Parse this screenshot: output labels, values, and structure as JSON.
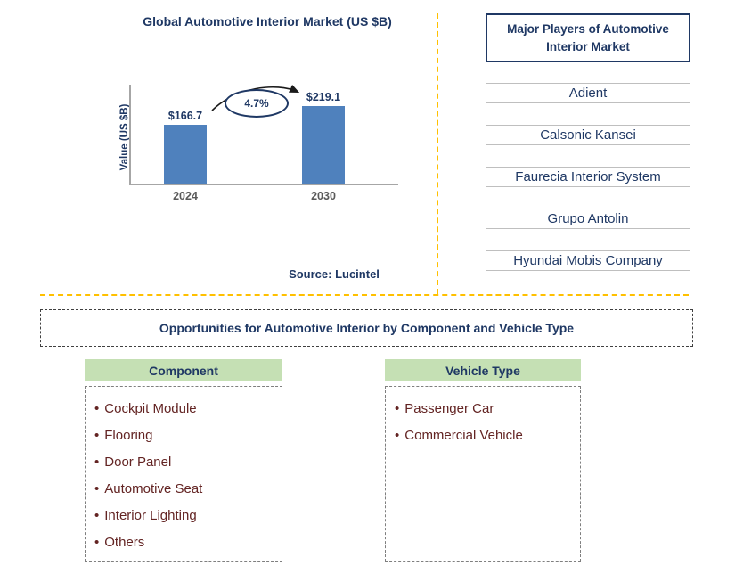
{
  "chart_data": {
    "type": "bar",
    "title": "Global Automotive Interior Market (US $B)",
    "categories": [
      "2024",
      "2030"
    ],
    "values": [
      166.7,
      219.1
    ],
    "data_labels": [
      "$166.7",
      "$219.1"
    ],
    "annotation": "4.7%",
    "xlabel": "",
    "ylabel": "Value (US $B)",
    "ylim": [
      0,
      240
    ],
    "grid": false,
    "legend": "none",
    "source": "Source: Lucintel",
    "bar_color": "#4F81BD"
  },
  "major_players": {
    "title": "Major Players of Automotive Interior Market",
    "items": [
      "Adient",
      "Calsonic Kansei",
      "Faurecia Interior System",
      "Grupo Antolin",
      "Hyundai Mobis Company"
    ]
  },
  "opportunities": {
    "title": "Opportunities for Automotive Interior by Component and Vehicle Type",
    "columns": [
      {
        "header": "Component",
        "items": [
          "Cockpit Module",
          "Flooring",
          "Door Panel",
          "Automotive Seat",
          "Interior Lighting",
          "Others"
        ]
      },
      {
        "header": "Vehicle Type",
        "items": [
          "Passenger Car",
          "Commercial Vehicle"
        ]
      }
    ]
  },
  "ui": {
    "bullet": "•"
  },
  "colors": {
    "navy": "#1F3864",
    "bar_blue": "#4F81BD",
    "header_green": "#C5E0B4",
    "list_maroon": "#632423",
    "divider_gold": "#FFC000"
  }
}
